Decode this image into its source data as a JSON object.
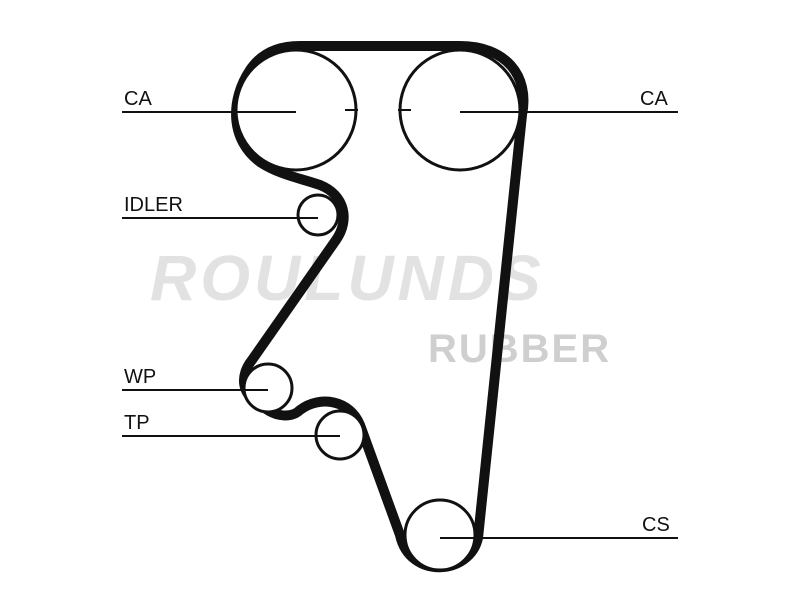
{
  "watermark": {
    "brand": "ROULUNDS",
    "sub": "RUBBER"
  },
  "labels": {
    "ca_left": "CA",
    "ca_right": "CA",
    "idler": "IDLER",
    "wp": "WP",
    "tp": "TP",
    "cs": "CS"
  },
  "colors": {
    "belt": "#111111",
    "watermark": "#d9d9d9"
  }
}
